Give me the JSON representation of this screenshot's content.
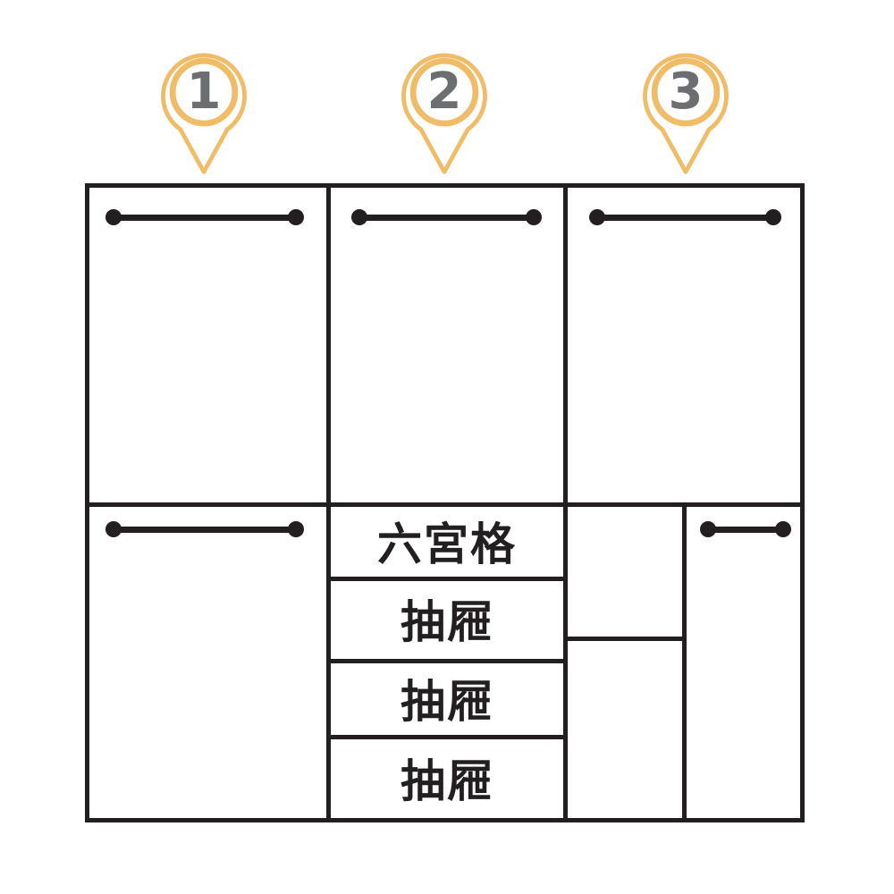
{
  "pins": [
    {
      "number": "1"
    },
    {
      "number": "2"
    },
    {
      "number": "3"
    }
  ],
  "labels": {
    "six_grid": "六宮格",
    "drawer_1": "抽屜",
    "drawer_2": "抽屜",
    "drawer_3": "抽屜"
  },
  "icons": {
    "pin": "location-pin-icon",
    "rod": "hanging-rod-icon"
  },
  "colors": {
    "line": "#231F20",
    "pin_outline": "#F0BC68",
    "pin_number": "#6D6E71"
  }
}
